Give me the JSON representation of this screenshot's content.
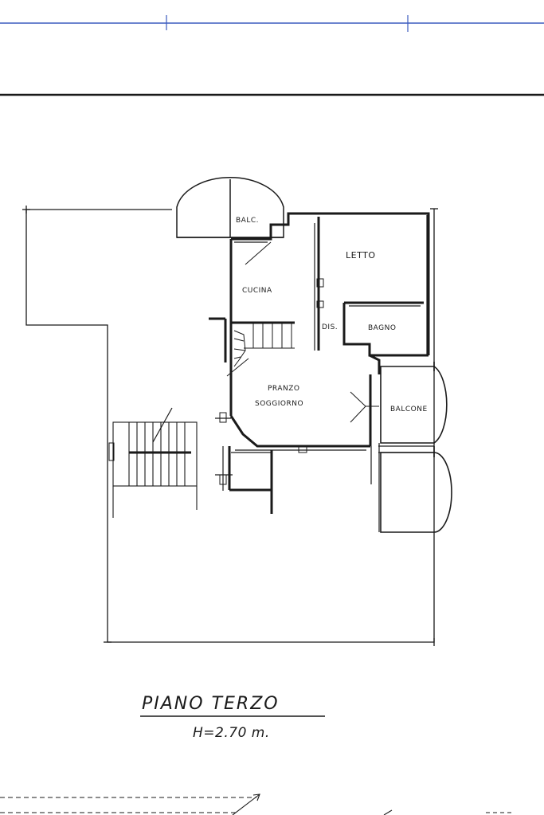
{
  "rooms": {
    "balc": "BALC.",
    "letto": "LETTO",
    "cucina": "CUCINA",
    "dis": "DIS.",
    "bagno": "BAGNO",
    "pranzo": "PRANZO",
    "soggiorno": "SOGGIORNO",
    "balcone": "BALCONE"
  },
  "legend": {
    "floor": "PIANO TERZO",
    "height": "H=2.70 m."
  },
  "colors": {
    "ink": "#1a1a1a",
    "page_rule": "#3b5bbf"
  }
}
